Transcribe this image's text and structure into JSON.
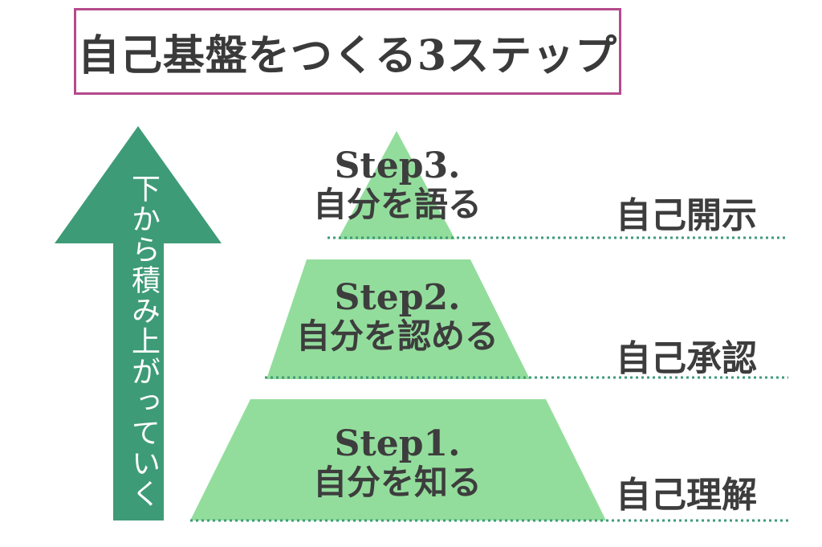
{
  "title": "自己基盤をつくる3ステップ",
  "arrow_label": "下から積み上がっていく",
  "steps": [
    {
      "num": "Step3.",
      "name": "自分を語る",
      "side": "自己開示"
    },
    {
      "num": "Step2.",
      "name": "自分を認める",
      "side": "自己承認"
    },
    {
      "num": "Step1.",
      "name": "自分を知る",
      "side": "自己理解"
    }
  ],
  "colors": {
    "title_border": "#b54a8c",
    "arrow": "#3e9b78",
    "pyramid": "#93dd9c",
    "dotted_line": "#3e9b78",
    "text": "#3d3d3d"
  }
}
